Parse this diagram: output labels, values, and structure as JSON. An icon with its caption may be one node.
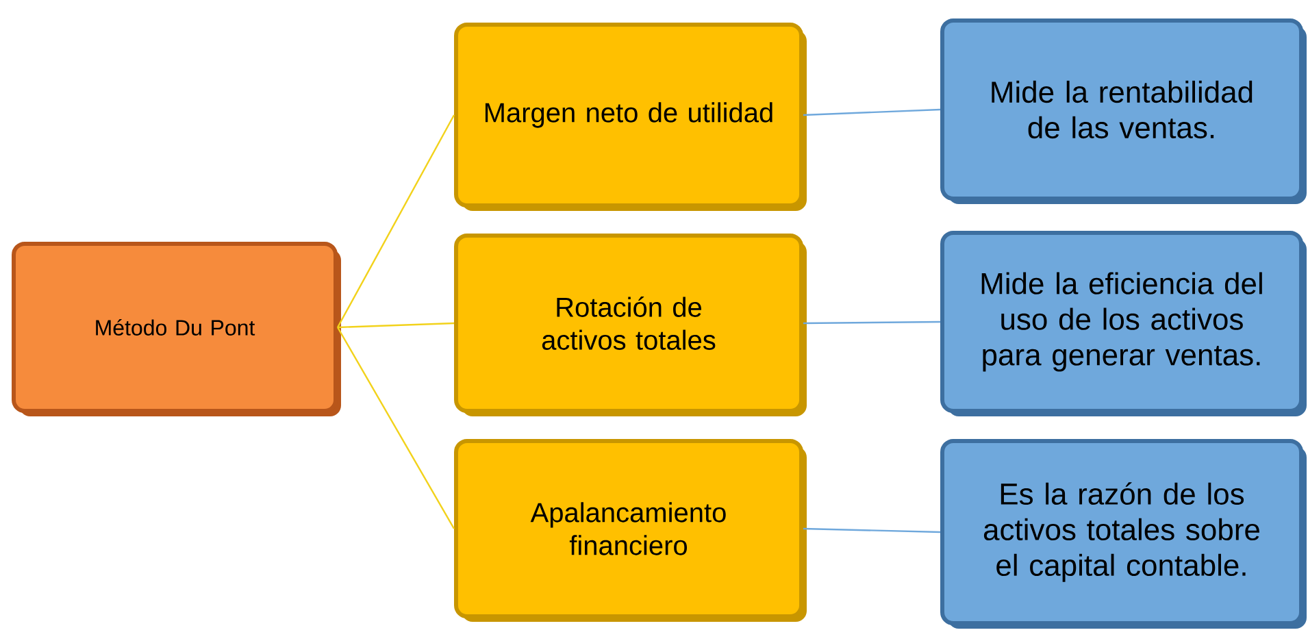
{
  "diagram": {
    "nodes": [
      {
        "text": [
          "Método Du Pont"
        ]
      },
      {
        "text": [
          "Margen neto de utilidad"
        ]
      },
      {
        "text": [
          "Rotación de activos totales"
        ]
      },
      {
        "text": [
          "Apalancamiento financiero"
        ]
      },
      {
        "text": [
          "Mide la rentabilidad de las ventas."
        ]
      },
      {
        "text": [
          "Mide la eficiencia del uso de los activos para generar ventas."
        ]
      },
      {
        "text": [
          "Es la razón de los activos totales sobre el capital contable."
        ]
      }
    ],
    "edges": [
      {
        "from": 0,
        "to": 1,
        "arrow": "none"
      },
      {
        "from": 0,
        "to": 2,
        "arrow": "none"
      },
      {
        "from": 0,
        "to": 3,
        "arrow": "none"
      },
      {
        "from": 1,
        "to": 4,
        "arrow": "none",
        "color": "#6fa8dc"
      },
      {
        "from": 2,
        "to": 5,
        "arrow": "none",
        "color": "#6fa8dc"
      },
      {
        "from": 3,
        "to": 6,
        "arrow": "none",
        "color": "#6fa8dc"
      }
    ]
  }
}
